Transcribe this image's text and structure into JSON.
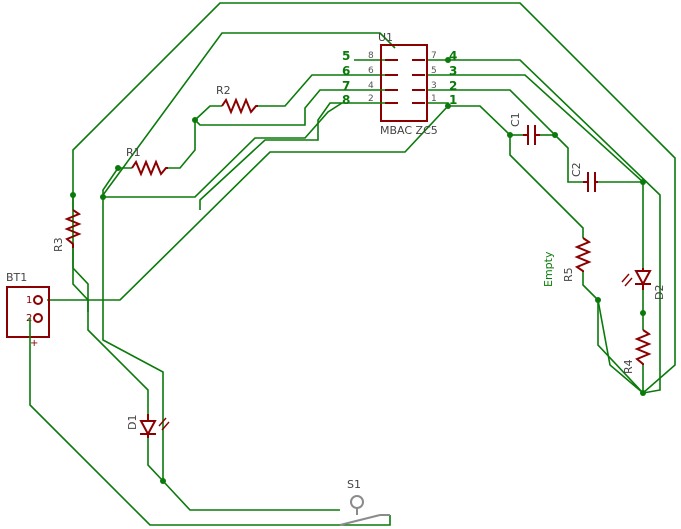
{
  "components": {
    "u1": {
      "ref": "U1",
      "value": "MBAC ZC5"
    },
    "r1": {
      "ref": "R1"
    },
    "r2": {
      "ref": "R2"
    },
    "r3": {
      "ref": "R3"
    },
    "r4": {
      "ref": "R4"
    },
    "r5": {
      "ref": "R5",
      "value": "Empty"
    },
    "c1": {
      "ref": "C1"
    },
    "c2": {
      "ref": "C2"
    },
    "d1": {
      "ref": "D1"
    },
    "d2": {
      "ref": "D2"
    },
    "s1": {
      "ref": "S1"
    },
    "bt1": {
      "ref": "BT1",
      "pin1": "1",
      "pin2": "2",
      "plus": "+"
    }
  },
  "u1_pins": {
    "left_nets": [
      "5",
      "6",
      "7",
      "8"
    ],
    "left_nums": [
      "8",
      "6",
      "4",
      "2"
    ],
    "right_nums": [
      "7",
      "5",
      "3",
      "1"
    ],
    "right_nets": [
      "4",
      "3",
      "2",
      "1"
    ]
  },
  "colors": {
    "wire": "#0a7a0a",
    "part": "#8b0000",
    "text": "#444444"
  }
}
